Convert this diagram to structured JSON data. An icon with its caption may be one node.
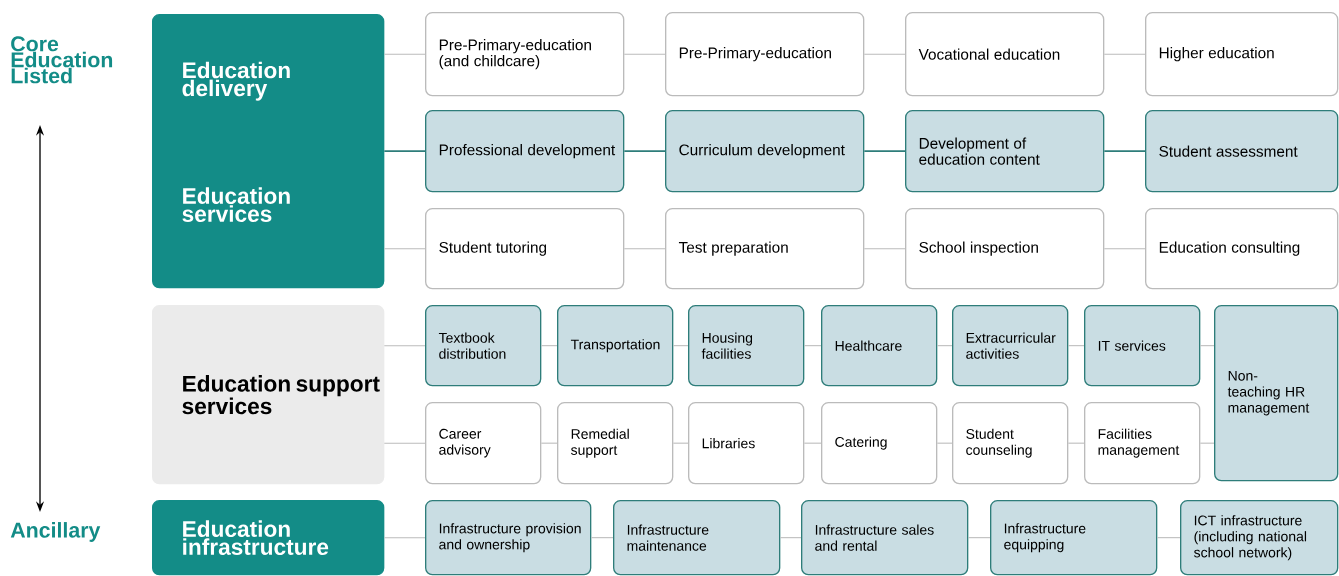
{
  "diagram": {
    "nodes": [
      {
        "text": [
          "Education delivery",
          "Education services"
        ]
      },
      {
        "text": [
          "Pre-Primary-education (and childcare)"
        ]
      },
      {
        "text": [
          "Pre-Primary-education"
        ]
      },
      {
        "text": [
          "Vocational education"
        ]
      },
      {
        "text": [
          "Higher education"
        ]
      },
      {
        "text": [
          "Professional development"
        ]
      },
      {
        "text": [
          "Curriculum development"
        ]
      },
      {
        "text": [
          "Development of education content"
        ]
      },
      {
        "text": [
          "Student assessment"
        ]
      },
      {
        "text": [
          "Student tutoring"
        ]
      },
      {
        "text": [
          "Test preparation"
        ]
      },
      {
        "text": [
          "School inspection"
        ]
      },
      {
        "text": [
          "Education consulting"
        ]
      },
      {
        "text": [
          "Education support services"
        ]
      },
      {
        "text": [
          "Textbook distribution"
        ]
      },
      {
        "text": [
          "Transportation"
        ]
      },
      {
        "text": [
          "Housing facilities"
        ]
      },
      {
        "text": [
          "Healthcare"
        ]
      },
      {
        "text": [
          "Extracurricular activities"
        ]
      },
      {
        "text": [
          "IT services"
        ]
      },
      {
        "text": [
          "Non-teaching HR management"
        ]
      },
      {
        "text": [
          "Career advisory"
        ]
      },
      {
        "text": [
          "Remedial support"
        ]
      },
      {
        "text": [
          "Libraries"
        ]
      },
      {
        "text": [
          "Catering"
        ]
      },
      {
        "text": [
          "Student counseling"
        ]
      },
      {
        "text": [
          "Facilities management"
        ]
      },
      {
        "text": [
          "Education infrastructure"
        ]
      },
      {
        "text": [
          "Infrastructure provision and ownership"
        ]
      },
      {
        "text": [
          "Infrastructure maintenance"
        ]
      },
      {
        "text": [
          "Infrastructure sales and rental"
        ]
      },
      {
        "text": [
          "Infrastructure equipping"
        ]
      },
      {
        "text": [
          "ICT infrastructure (including national school network)"
        ]
      }
    ],
    "edges": [
      {
        "from": 0,
        "to": 1,
        "arrow": "none"
      },
      {
        "from": 1,
        "to": 2,
        "arrow": "none"
      },
      {
        "from": 2,
        "to": 3,
        "arrow": "none"
      },
      {
        "from": 3,
        "to": 4,
        "arrow": "none"
      },
      {
        "from": 0,
        "to": 5,
        "arrow": "none",
        "color": "#2e7d7a"
      },
      {
        "from": 5,
        "to": 6,
        "arrow": "none",
        "color": "#2e7d7a"
      },
      {
        "from": 6,
        "to": 7,
        "arrow": "none",
        "color": "#2e7d7a"
      },
      {
        "from": 7,
        "to": 8,
        "arrow": "none",
        "color": "#2e7d7a"
      },
      {
        "from": 0,
        "to": 9,
        "arrow": "none"
      },
      {
        "from": 9,
        "to": 10,
        "arrow": "none"
      },
      {
        "from": 10,
        "to": 11,
        "arrow": "none"
      },
      {
        "from": 11,
        "to": 12,
        "arrow": "none"
      },
      {
        "from": 13,
        "to": 14,
        "arrow": "none"
      },
      {
        "from": 14,
        "to": 15,
        "arrow": "none"
      },
      {
        "from": 15,
        "to": 16,
        "arrow": "none"
      },
      {
        "from": 16,
        "to": 17,
        "arrow": "none"
      },
      {
        "from": 17,
        "to": 18,
        "arrow": "none"
      },
      {
        "from": 18,
        "to": 19,
        "arrow": "none"
      },
      {
        "from": 19,
        "to": 20,
        "arrow": "none"
      },
      {
        "from": 13,
        "to": 21,
        "arrow": "none"
      },
      {
        "from": 21,
        "to": 22,
        "arrow": "none"
      },
      {
        "from": 22,
        "to": 23,
        "arrow": "none"
      },
      {
        "from": 23,
        "to": 24,
        "arrow": "none"
      },
      {
        "from": 24,
        "to": 25,
        "arrow": "none"
      },
      {
        "from": 25,
        "to": 26,
        "arrow": "none"
      },
      {
        "from": 26,
        "to": 20,
        "arrow": "none"
      },
      {
        "from": 27,
        "to": 28,
        "arrow": "none"
      },
      {
        "from": 28,
        "to": 29,
        "arrow": "none"
      },
      {
        "from": 29,
        "to": 30,
        "arrow": "none"
      },
      {
        "from": 30,
        "to": 31,
        "arrow": "none"
      },
      {
        "from": 31,
        "to": 32,
        "arrow": "none"
      }
    ],
    "labels": [
      "Core Education Listed",
      "Ancillary"
    ]
  }
}
